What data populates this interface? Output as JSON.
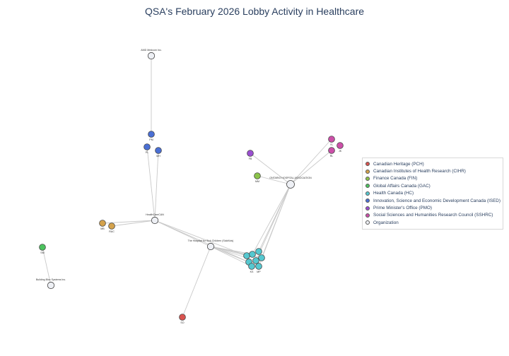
{
  "title": "QSA's February 2026 Lobby Activity in Healthcare",
  "legend": [
    {
      "label": "Canadian Heritage (PCH)",
      "color": "#d9534f"
    },
    {
      "label": "Canadian Institutes of Health Research (CIHR)",
      "color": "#d4a24c"
    },
    {
      "label": "Finance Canada (FIN)",
      "color": "#8bc34a"
    },
    {
      "label": "Global Affairs Canada (GAC)",
      "color": "#4cc25e"
    },
    {
      "label": "Health Canada (HC)",
      "color": "#55c8d0"
    },
    {
      "label": "Innovation, Science and Economic Development Canada (ISED)",
      "color": "#4a6fd4"
    },
    {
      "label": "Prime Minister's Office (PMO)",
      "color": "#9a4fd0"
    },
    {
      "label": "Social Sciences and Humanities Research Council (SSHRC)",
      "color": "#cc4fa8"
    },
    {
      "label": "Organization",
      "color": "#eef0f5"
    }
  ],
  "organizations": {
    "amd": "AMD Medcom Inc.",
    "hcan": "HealthCareCAN",
    "sickkids": "The Hospital for Sick Children (SickKids)",
    "oha": "ONTARIO HOSPITAL ASSOCIATION",
    "bss": "Building Bloc Systems Inc."
  },
  "officials": {
    "ised_top": "PM",
    "ised_l": "PL",
    "ised_r": "MH",
    "cihr_l": "MB",
    "cihr_r": "RAC",
    "pmo": "FB",
    "fin": "MM",
    "sshrc_a": "YL",
    "sshrc_b": "JK",
    "sshrc_c": "RL",
    "gac": "SM",
    "pch": "SO",
    "hc_a": "KS",
    "hc_b": "MP"
  }
}
